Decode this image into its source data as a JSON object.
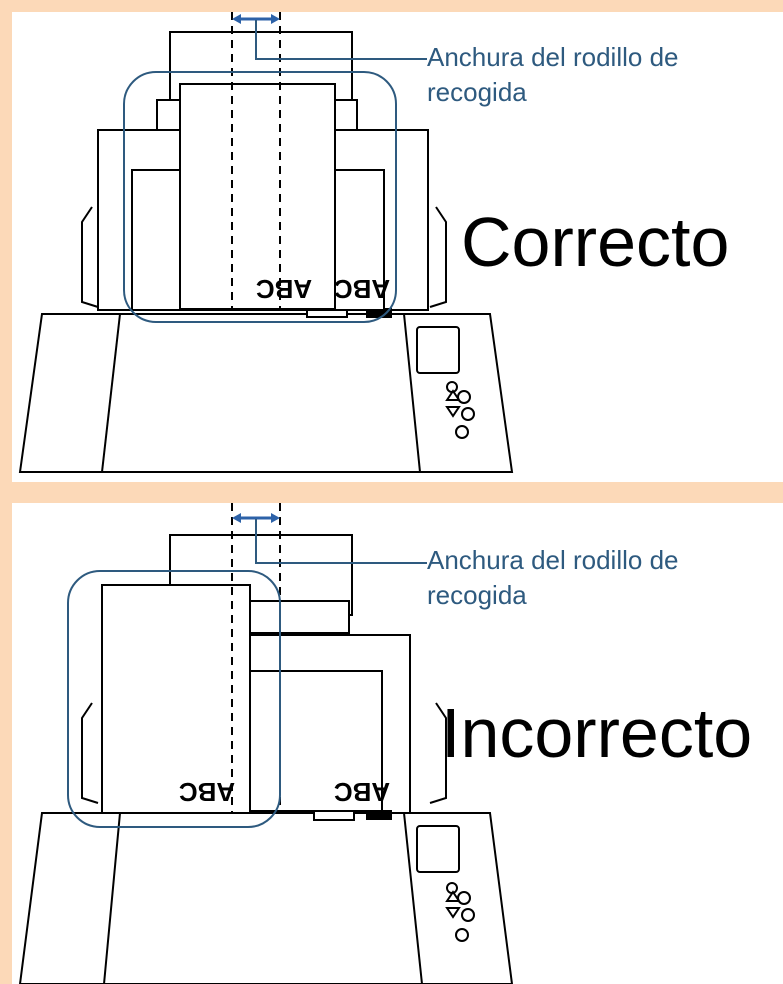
{
  "panels": [
    {
      "callout_label": "Anchura del rodillo de recogida",
      "verdict": "Correcto",
      "paper_text": [
        "ABC",
        "ABC"
      ]
    },
    {
      "callout_label": "Anchura del rodillo de recogida",
      "verdict": "Incorrecto",
      "paper_text": [
        "ABC",
        "ABC"
      ]
    }
  ],
  "colors": {
    "background": "#fcd9b8",
    "accent_line": "#2e5a7f",
    "arrow": "#2d62a8",
    "outline": "#000000"
  }
}
